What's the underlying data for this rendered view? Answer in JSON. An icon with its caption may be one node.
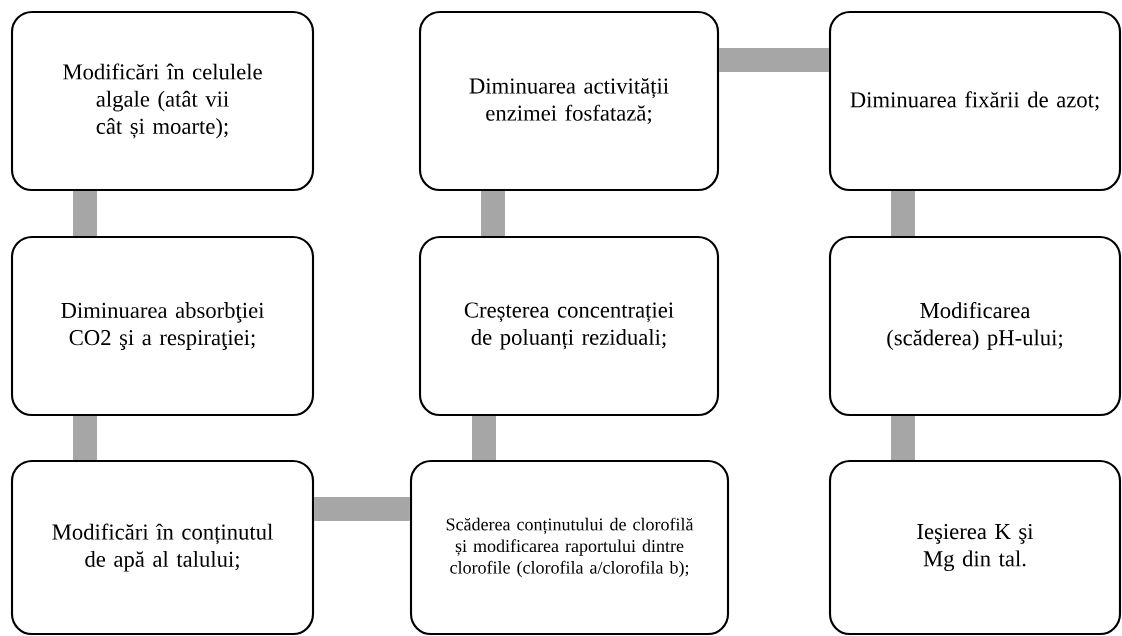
{
  "diagram": {
    "nodes": [
      {
        "text": [
          "Modificări în celulele algale (atât vii cât și moarte);"
        ]
      },
      {
        "text": [
          "Diminuarea activității enzimei fosfatază;"
        ]
      },
      {
        "text": [
          "Diminuarea fixării de azot;"
        ]
      },
      {
        "text": [
          "Diminuarea absorbţiei CO2 şi a respiraţiei;"
        ]
      },
      {
        "text": [
          "Creșterea concentrației de poluanți reziduali;"
        ]
      },
      {
        "text": [
          "Modificarea (scăderea) pH-ului;"
        ]
      },
      {
        "text": [
          "Modificări în conținutul de apă al talului;"
        ]
      },
      {
        "text": [
          "Scăderea conținutului de clorofilă și modificarea raportului dintre clorofile (clorofila a/clorofila b);"
        ]
      },
      {
        "text": [
          "Ieşierea K şi Mg din tal."
        ]
      }
    ],
    "edges": [
      {
        "from": 0,
        "to": 3,
        "arrow": "none"
      },
      {
        "from": 3,
        "to": 6,
        "arrow": "none"
      },
      {
        "from": 6,
        "to": 7,
        "arrow": "none"
      },
      {
        "from": 7,
        "to": 4,
        "arrow": "none"
      },
      {
        "from": 4,
        "to": 1,
        "arrow": "none"
      },
      {
        "from": 1,
        "to": 2,
        "arrow": "none"
      },
      {
        "from": 2,
        "to": 5,
        "arrow": "none"
      },
      {
        "from": 5,
        "to": 8,
        "arrow": "none"
      }
    ]
  }
}
